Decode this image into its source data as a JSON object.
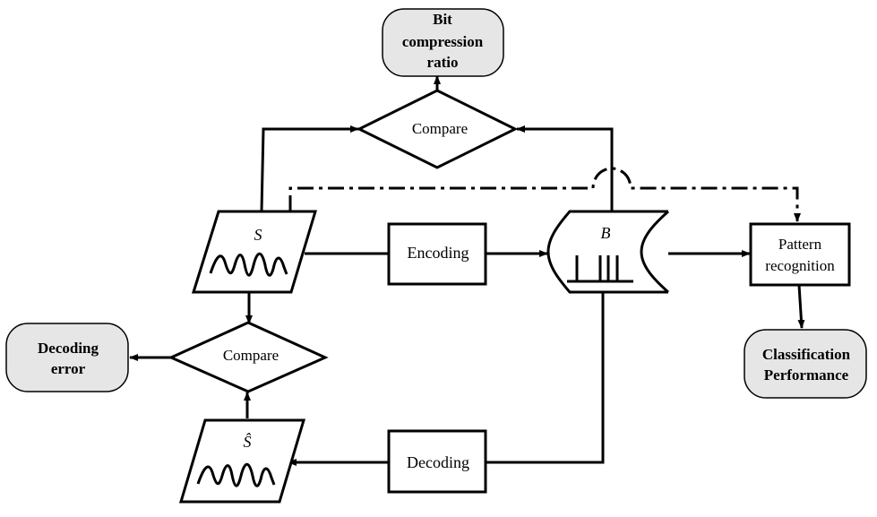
{
  "nodes": {
    "bit_compression_ratio": {
      "lines": [
        "Bit",
        "compression",
        "ratio"
      ]
    },
    "compare_top": {
      "label": "Compare"
    },
    "signal_s": {
      "label": "S"
    },
    "encoding": {
      "label": "Encoding"
    },
    "buffer_b": {
      "label": "B"
    },
    "pattern_recognition": {
      "lines": [
        "Pattern",
        "recognition"
      ]
    },
    "classification_performance": {
      "lines": [
        "Classification",
        "Performance"
      ]
    },
    "compare_bottom": {
      "label": "Compare"
    },
    "decoding_error": {
      "lines": [
        "Decoding",
        "error"
      ]
    },
    "signal_s_hat": {
      "label": "Ŝ"
    },
    "decoding": {
      "label": "Decoding"
    }
  },
  "colors": {
    "terminal_fill": "#e6e6e6",
    "stroke": "#000000"
  }
}
